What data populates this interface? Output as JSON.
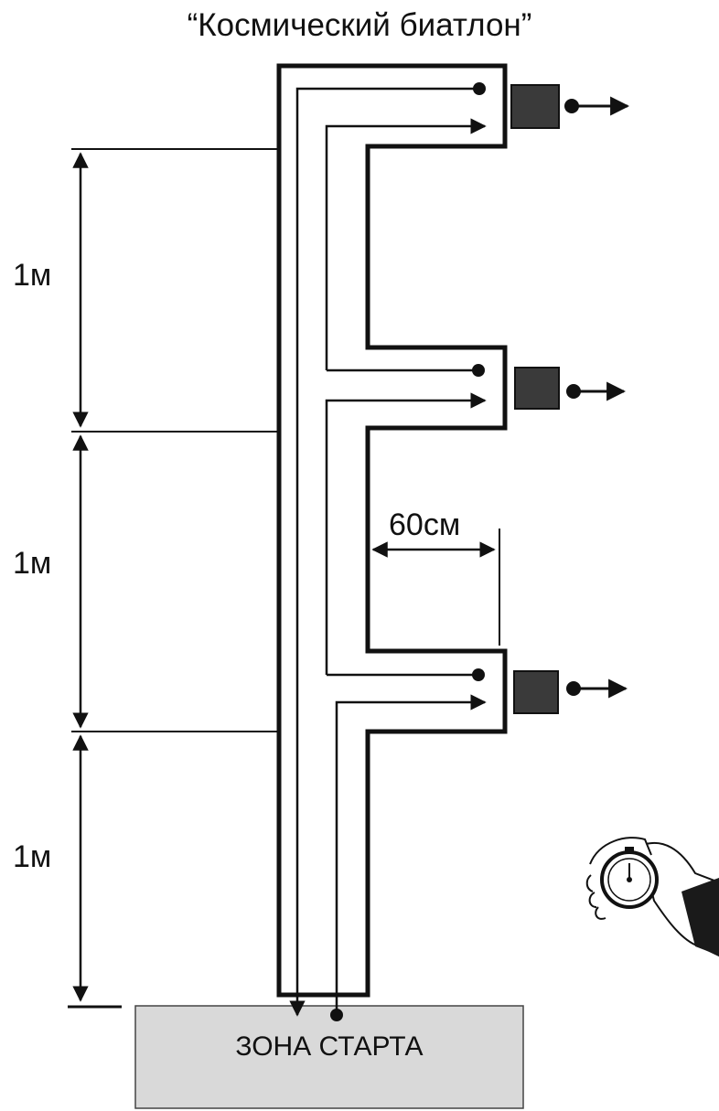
{
  "title": "“Космический биатлон”",
  "dimensions": {
    "segment_1": "1м",
    "segment_2": "1м",
    "segment_3": "1м",
    "branch_width": "60см"
  },
  "start_zone": {
    "label": "ЗОНА СТАРТА"
  },
  "colors": {
    "line": "#111111",
    "target": "#3a3a3a",
    "start_zone_fill": "#d9d9d9"
  },
  "icons": [
    "stopwatch-hand-icon",
    "target-box-icon",
    "dot-arrow-icon"
  ]
}
